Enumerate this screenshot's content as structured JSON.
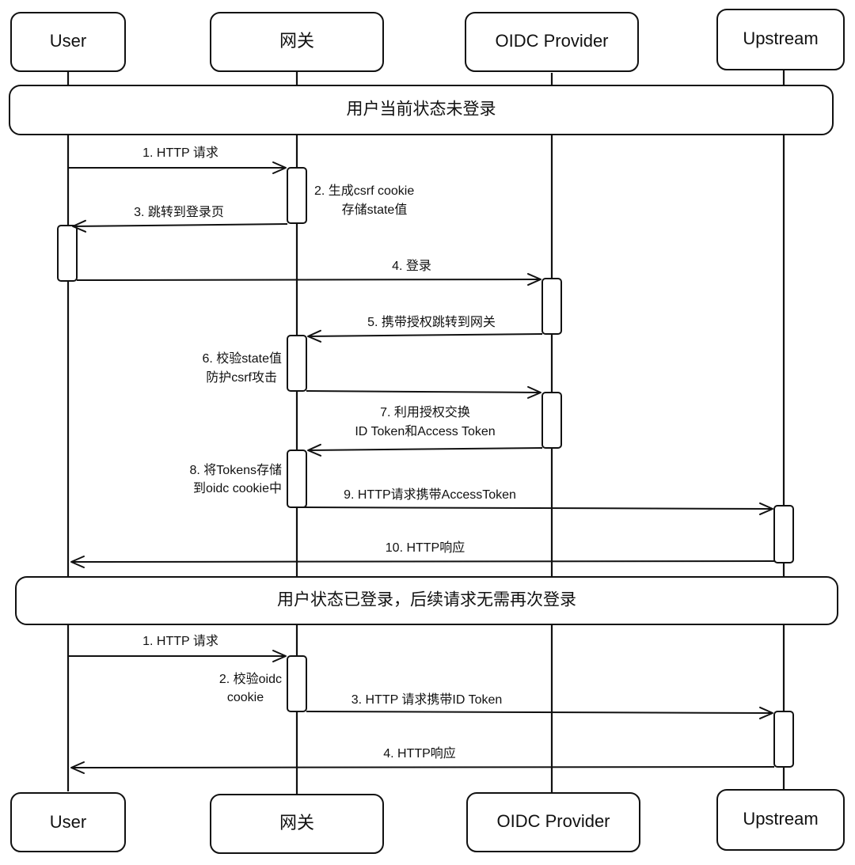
{
  "participants": [
    {
      "id": "user",
      "label": "User"
    },
    {
      "id": "gateway",
      "label": "网关"
    },
    {
      "id": "oidc",
      "label": "OIDC Provider"
    },
    {
      "id": "upstream",
      "label": "Upstream"
    }
  ],
  "phase1": {
    "banner": "用户当前状态未登录",
    "messages": [
      {
        "label": "1. HTTP 请求"
      },
      {
        "label": "3. 跳转到登录页"
      },
      {
        "label": "4. 登录"
      },
      {
        "label": "5. 携带授权跳转到网关"
      },
      {
        "label": "7. 利用授权交换",
        "label2": "ID Token和Access Token"
      },
      {
        "label": "9. HTTP请求携带AccessToken"
      },
      {
        "label": "10. HTTP响应"
      }
    ],
    "notes": [
      {
        "line1": "2. 生成csrf cookie",
        "line2": "存储state值"
      },
      {
        "line1": "6. 校验state值",
        "line2": "防护csrf攻击"
      },
      {
        "line1": "8. 将Tokens存储",
        "line2": "到oidc cookie中"
      }
    ]
  },
  "phase2": {
    "banner": "用户状态已登录，后续请求无需再次登录",
    "messages": [
      {
        "label": "1. HTTP 请求"
      },
      {
        "label": "3. HTTP 请求携带ID Token"
      },
      {
        "label": "4. HTTP响应"
      }
    ],
    "notes": [
      {
        "line1": "2. 校验oidc",
        "line2": "cookie"
      }
    ]
  }
}
